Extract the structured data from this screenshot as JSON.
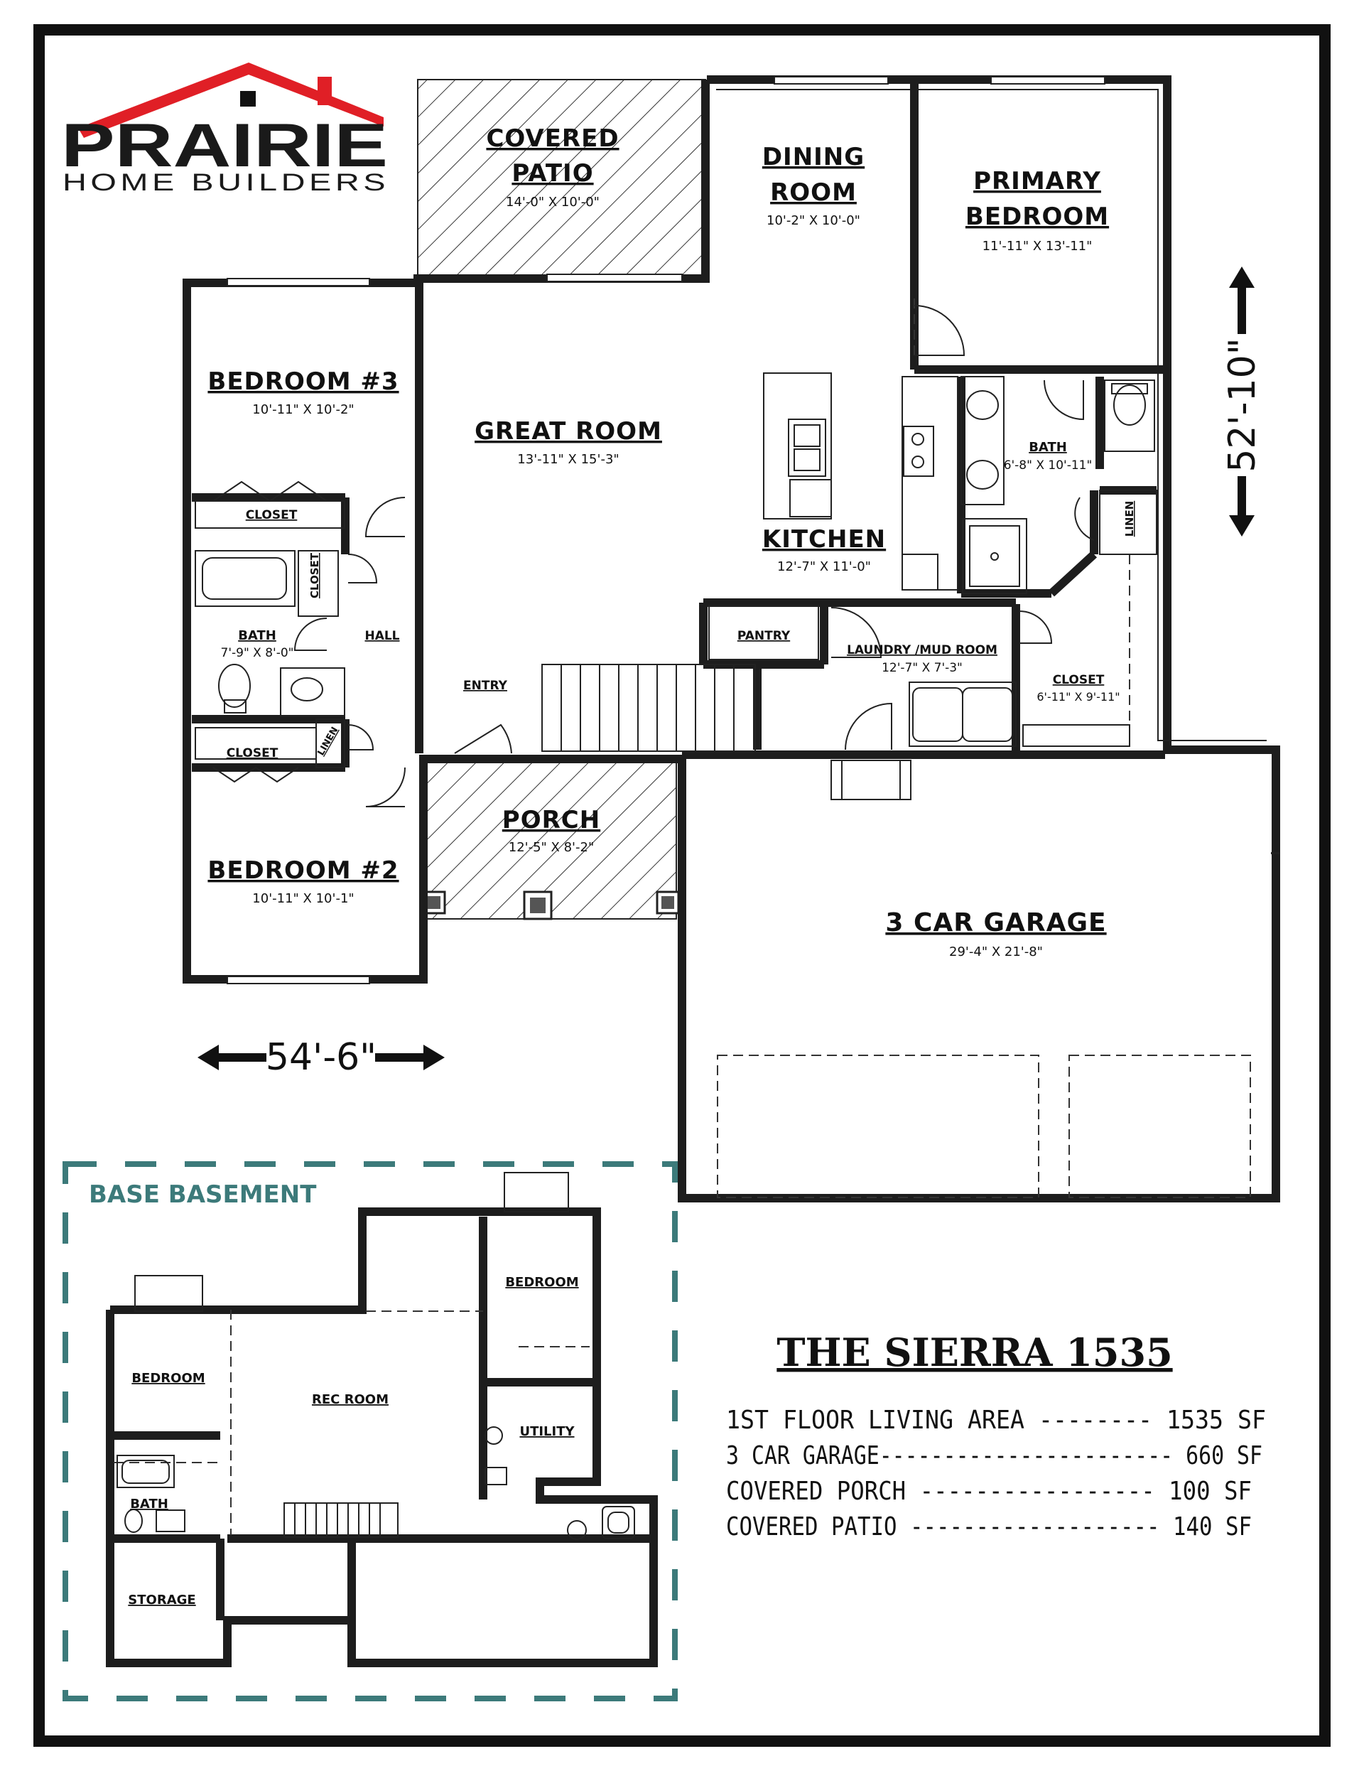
{
  "logo": {
    "brand": "PRAIRIE",
    "tagline": "HOME BUILDERS",
    "roof_color": "#e01f26",
    "text_color": "#1a1a1a"
  },
  "overall": {
    "width": "54'-6\"",
    "depth": "52'-10\""
  },
  "rooms": {
    "covered_patio": {
      "title_line1": "COVERED",
      "title_line2": "PATIO",
      "dim": "14'-0\" X 10'-0\""
    },
    "dining": {
      "title_line1": "DINING",
      "title_line2": "ROOM",
      "dim": "10'-2\" X 10'-0\""
    },
    "primary": {
      "title_line1": "PRIMARY",
      "title_line2": "BEDROOM",
      "dim": "11'-11\" X 13'-11\""
    },
    "bedroom3": {
      "title": "BEDROOM #3",
      "dim": "10'-11\" X 10'-2\""
    },
    "great_room": {
      "title": "GREAT ROOM",
      "dim": "13'-11\" X 15'-3\""
    },
    "kitchen": {
      "title": "KITCHEN",
      "dim": "12'-7\" X 11'-0\""
    },
    "primary_bath": {
      "title": "BATH",
      "dim": "6'-8\" X 10'-11\""
    },
    "linen1": {
      "title": "LINEN"
    },
    "closet1": {
      "title": "CLOSET"
    },
    "closet2": {
      "title": "CLOSET"
    },
    "bath2": {
      "title": "BATH",
      "dim": "7'-9\" X 8'-0\""
    },
    "hall": {
      "title": "HALL"
    },
    "entry": {
      "title": "ENTRY"
    },
    "pantry": {
      "title": "PANTRY"
    },
    "laundry": {
      "title": "LAUNDRY /MUD ROOM",
      "dim": "12'-7\" X 7'-3\""
    },
    "primary_closet": {
      "title": "CLOSET",
      "dim": "6'-11\" X 9'-11\""
    },
    "closet3": {
      "title": "CLOSET"
    },
    "linen2": {
      "title": "LINEN"
    },
    "porch": {
      "title": "PORCH",
      "dim": "12'-5\" X 8'-2\""
    },
    "bedroom2": {
      "title": "BEDROOM #2",
      "dim": "10'-11\" X 10'-1\""
    },
    "garage": {
      "title": "3 CAR GARAGE",
      "dim": "29'-4\" X 21'-8\""
    }
  },
  "basement": {
    "title": "BASE BASEMENT",
    "border_color": "#3c7a7a",
    "rooms": {
      "bedroom_a": "BEDROOM",
      "bedroom_b": "BEDROOM",
      "rec_room": "REC ROOM",
      "utility": "UTILITY",
      "bath": "BATH",
      "storage": "STORAGE"
    }
  },
  "info": {
    "title": "THE SIERRA 1535",
    "lines": [
      "1ST FLOOR LIVING AREA -------- 1535 SF",
      "3 CAR GARAGE----------------------- 660 SF",
      "COVERED PORCH ----------------- 100 SF",
      "COVERED PATIO ------------------- 140 SF"
    ]
  }
}
